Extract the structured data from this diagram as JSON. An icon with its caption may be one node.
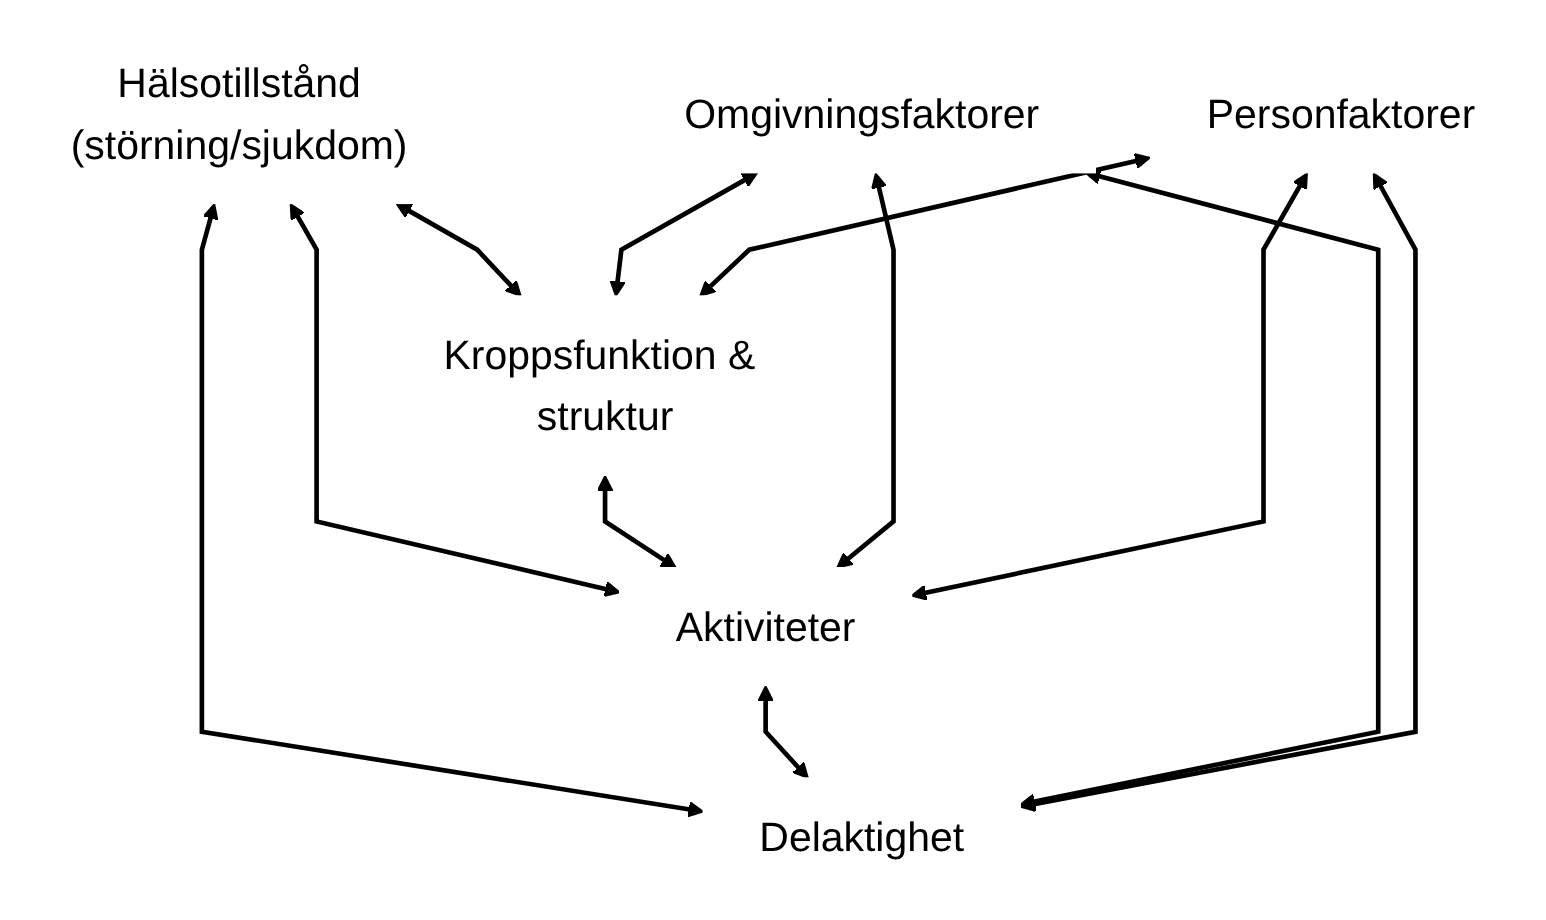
{
  "diagram": {
    "nodes": [
      {
        "text": [
          "Hälsotillstånd",
          "(störning/sjukdom)"
        ]
      },
      {
        "text": [
          "Kroppsfunktion & struktur"
        ]
      },
      {
        "text": [
          "Aktiviteter"
        ]
      },
      {
        "text": [
          "Delaktighet"
        ]
      },
      {
        "text": [
          "Omgivningsfaktorer"
        ]
      },
      {
        "text": [
          "Personfaktorer"
        ]
      }
    ],
    "edges": [
      {
        "from": 0,
        "to": 1,
        "arrow": "both"
      },
      {
        "from": 0,
        "to": 2,
        "arrow": "both"
      },
      {
        "from": 0,
        "to": 3,
        "arrow": "both"
      },
      {
        "from": 1,
        "to": 2,
        "arrow": "both"
      },
      {
        "from": 2,
        "to": 3,
        "arrow": "both"
      },
      {
        "from": 4,
        "to": 1,
        "arrow": "both"
      },
      {
        "from": 4,
        "to": 2,
        "arrow": "both"
      },
      {
        "from": 4,
        "to": 3,
        "arrow": "both"
      },
      {
        "from": 5,
        "to": 1,
        "arrow": "both"
      },
      {
        "from": 5,
        "to": 2,
        "arrow": "both"
      },
      {
        "from": 5,
        "to": 3,
        "arrow": "both"
      }
    ]
  }
}
